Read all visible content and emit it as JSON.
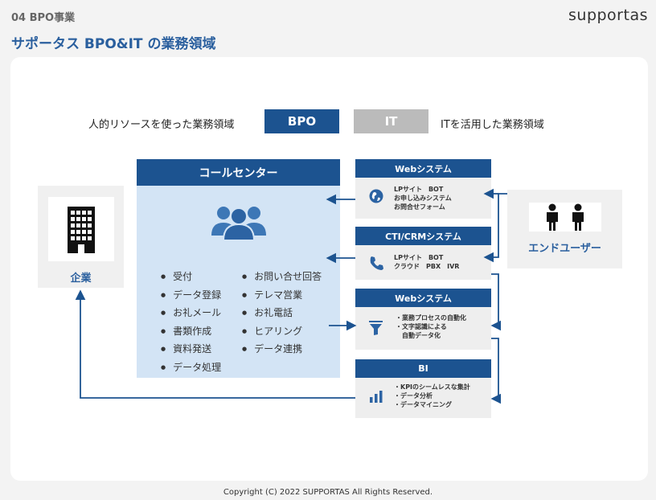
{
  "header": {
    "section_label": "04  BPO事業",
    "brand": "supportas",
    "title": "サポータス BPO&IT の業務領域"
  },
  "legend": {
    "bpo_desc": "人的リソースを使った業務領域",
    "bpo_label": "BPO",
    "it_label": "IT",
    "it_desc": "ITを活用した業務領域"
  },
  "entities": {
    "company": "企業",
    "end_user": "エンドユーザー"
  },
  "call_center": {
    "title": "コールセンター",
    "tasks_left": [
      "受付",
      "データ登録",
      "お礼メール",
      "書類作成",
      "資料発送",
      "データ処理"
    ],
    "tasks_right": [
      "お問い合せ回答",
      "テレマ営業",
      "お礼電話",
      "ヒアリング",
      "データ連携"
    ]
  },
  "systems": [
    {
      "title": "Webシステム",
      "icon": "globe-icon",
      "lines": [
        "LPサイト　BOT",
        "お申し込みシステム",
        "お問合せフォーム"
      ]
    },
    {
      "title": "CTI/CRMシステム",
      "icon": "phone-icon",
      "lines": [
        "LPサイト　BOT",
        "クラウド　PBX　IVR"
      ]
    },
    {
      "title": "Webシステム",
      "icon": "funnel-icon",
      "lines": [
        "・業務プロセスの自動化",
        "・文字認識による",
        "　自動データ化"
      ]
    },
    {
      "title": "BI",
      "icon": "bar-chart-icon",
      "lines": [
        "・KPIのシームレスな集計",
        "・データ分析",
        "・データマイニング"
      ]
    }
  ],
  "colors": {
    "primary": "#1c5390",
    "light_blue": "#d3e4f5",
    "it_gray": "#bbbbbb",
    "title_blue": "#2a5f9e"
  },
  "footer": {
    "copyright": "Copyright (C) 2022 SUPPORTAS All Rights Reserved."
  }
}
